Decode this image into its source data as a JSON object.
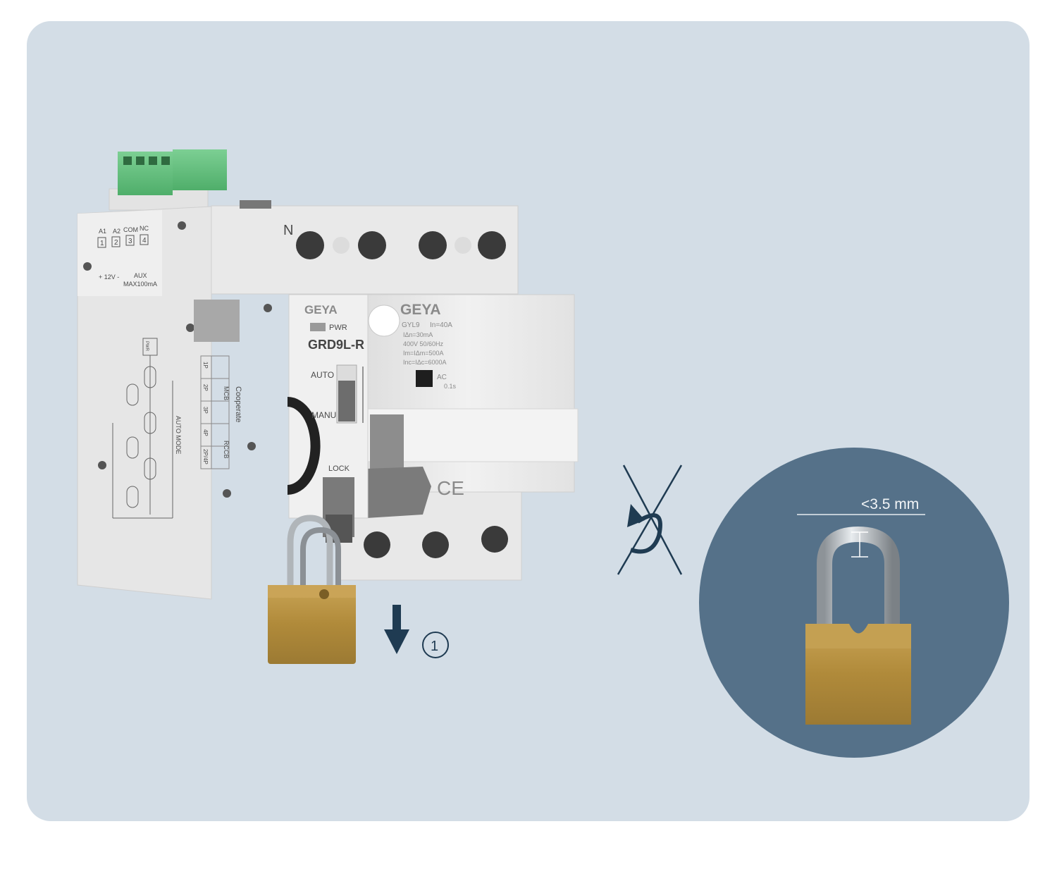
{
  "module": {
    "terminals": [
      "A1",
      "A2",
      "COM",
      "NC"
    ],
    "terminal_numbers": [
      "1",
      "2",
      "3",
      "4"
    ],
    "power_note": "+ 12V -",
    "aux_label": "AUX",
    "aux_rating": "MAX100mA",
    "brand": "GEYA",
    "pwr_label": "PWR",
    "model": "GRD9L-R",
    "auto_label": "AUTO",
    "manu_label": "MANU",
    "lock_label": "LOCK",
    "cooperate_title": "Cooperate",
    "mcb_label": "MCB",
    "rccb_label": "RCCB",
    "poles": [
      "1P",
      "2P",
      "3P",
      "4P",
      "2P/4P"
    ],
    "auto_mode_label": "AUTO MODE",
    "pwr_box": "PWR"
  },
  "breaker": {
    "brand": "GEYA",
    "neutral_mark": "N",
    "model": "GYL9",
    "rated_current": "In=40A",
    "spec_lines": [
      "IΔn=30mA",
      "400V 50/60Hz",
      "Im=IΔm=500A",
      "Inc=IΔc=6000A"
    ],
    "type_label": "AC",
    "time_label": "0.1s",
    "ce_mark": "CE"
  },
  "instruction": {
    "step_number": "①",
    "icons": [
      "arrow-down-icon",
      "rotate-forbidden-icon"
    ]
  },
  "padlock_detail": {
    "dimension_label": "<3.5 mm"
  },
  "colors": {
    "panel_bg": "#d3dde6",
    "circle_bg": "#557189",
    "arrow": "#1f3b52",
    "terminal_green": "#5dbb77",
    "brass": "#b8903e",
    "device_white": "#ececec"
  }
}
